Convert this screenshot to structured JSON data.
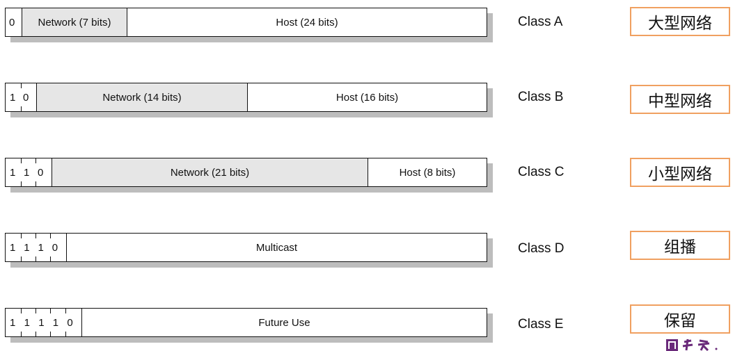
{
  "rows": [
    {
      "bits": [
        "0"
      ],
      "segments": [
        {
          "label": "Network (7 bits)"
        },
        {
          "label": "Host (24 bits)"
        }
      ],
      "class_label": "Class A",
      "tag": "大型网络"
    },
    {
      "bits": [
        "1",
        "0"
      ],
      "segments": [
        {
          "label": "Network (14 bits)"
        },
        {
          "label": "Host (16 bits)"
        }
      ],
      "class_label": "Class B",
      "tag": "中型网络"
    },
    {
      "bits": [
        "1",
        "1",
        "0"
      ],
      "segments": [
        {
          "label": "Network (21 bits)"
        },
        {
          "label": "Host (8 bits)"
        }
      ],
      "class_label": "Class C",
      "tag": "小型网络"
    },
    {
      "bits": [
        "1",
        "1",
        "1",
        "0"
      ],
      "segments": [
        {
          "label": "Multicast"
        }
      ],
      "class_label": "Class D",
      "tag": "组播"
    },
    {
      "bits": [
        "1",
        "1",
        "1",
        "1",
        "0"
      ],
      "segments": [
        {
          "label": "Future Use"
        }
      ],
      "class_label": "Class E",
      "tag": "保留"
    }
  ],
  "colors": {
    "network_fill": "#e6e6e6",
    "host_fill": "#ffffff",
    "tag_border": "#f0a060"
  },
  "logo": {
    "icon": "university-logo-icon"
  }
}
